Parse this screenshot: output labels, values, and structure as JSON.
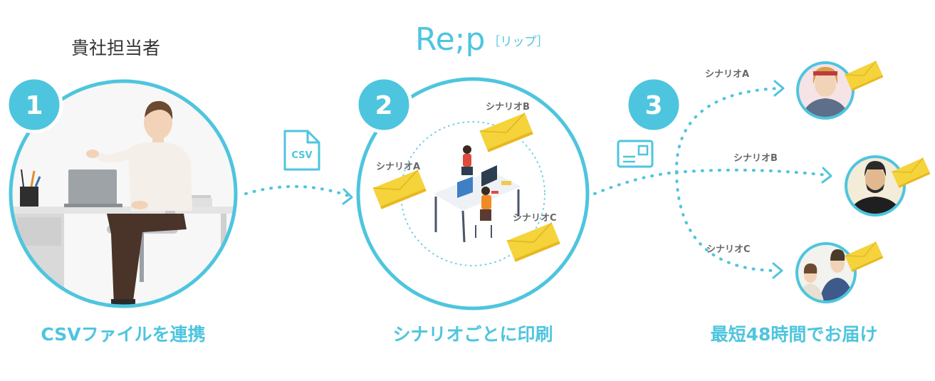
{
  "header": {
    "company_label": "貴社担当者",
    "brand_logo": "Re;p",
    "brand_kana": "［リップ］"
  },
  "steps": [
    {
      "number": "1",
      "caption": "CSVファイルを連携"
    },
    {
      "number": "2",
      "caption": "シナリオごとに印刷"
    },
    {
      "number": "3",
      "caption": "最短48時間でお届け"
    }
  ],
  "file_icon_label": "CSV",
  "scenarios_print": [
    "シナリオA",
    "シナリオB",
    "シナリオC"
  ],
  "scenarios_delivery": [
    "シナリオA",
    "シナリオB",
    "シナリオC"
  ],
  "colors": {
    "accent": "#4ec5de",
    "envelope": "#f5d33a",
    "text_dark": "#333333",
    "text_gray": "#666666"
  },
  "icons": [
    "csv-file-icon",
    "postcard-icon",
    "envelope-icon",
    "office-worker-illustration",
    "team-desk-illustration",
    "recipient-avatar"
  ]
}
